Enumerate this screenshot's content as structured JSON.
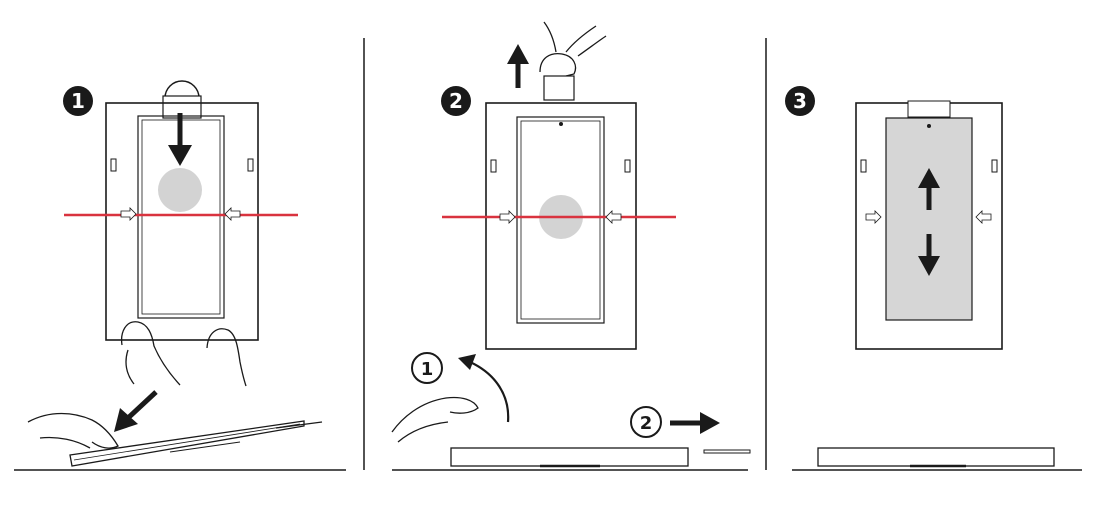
{
  "panels": [
    {
      "step": "1"
    },
    {
      "step": "2",
      "sub_steps": [
        "1",
        "2"
      ]
    },
    {
      "step": "3"
    }
  ],
  "colors": {
    "ink": "#1a1a1a",
    "guide_line": "#d9333f",
    "target_circle": "#d3d3d3",
    "film_fill": "#d6d6d6",
    "background": "#ffffff"
  }
}
